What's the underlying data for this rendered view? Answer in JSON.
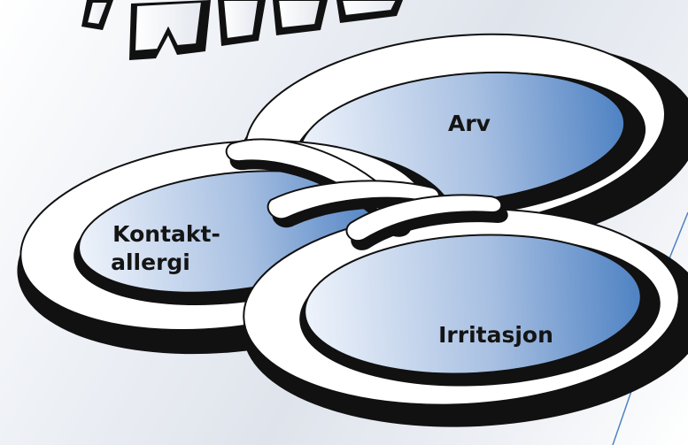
{
  "diagram": {
    "labels": {
      "heredity": "Arv",
      "contact_allergy_line1": "Kontakt-",
      "contact_allergy_line2": "allergi",
      "irritation": "Irritasjon"
    },
    "colors": {
      "ring_fill": "#ffffff",
      "ring_outline": "#111111",
      "shadow": "#0b0b0b",
      "oval_light": "#eef3fb",
      "oval_dark": "#4f82c3",
      "background_light": "#ffffff",
      "background_grey": "#dfe4ec"
    }
  }
}
